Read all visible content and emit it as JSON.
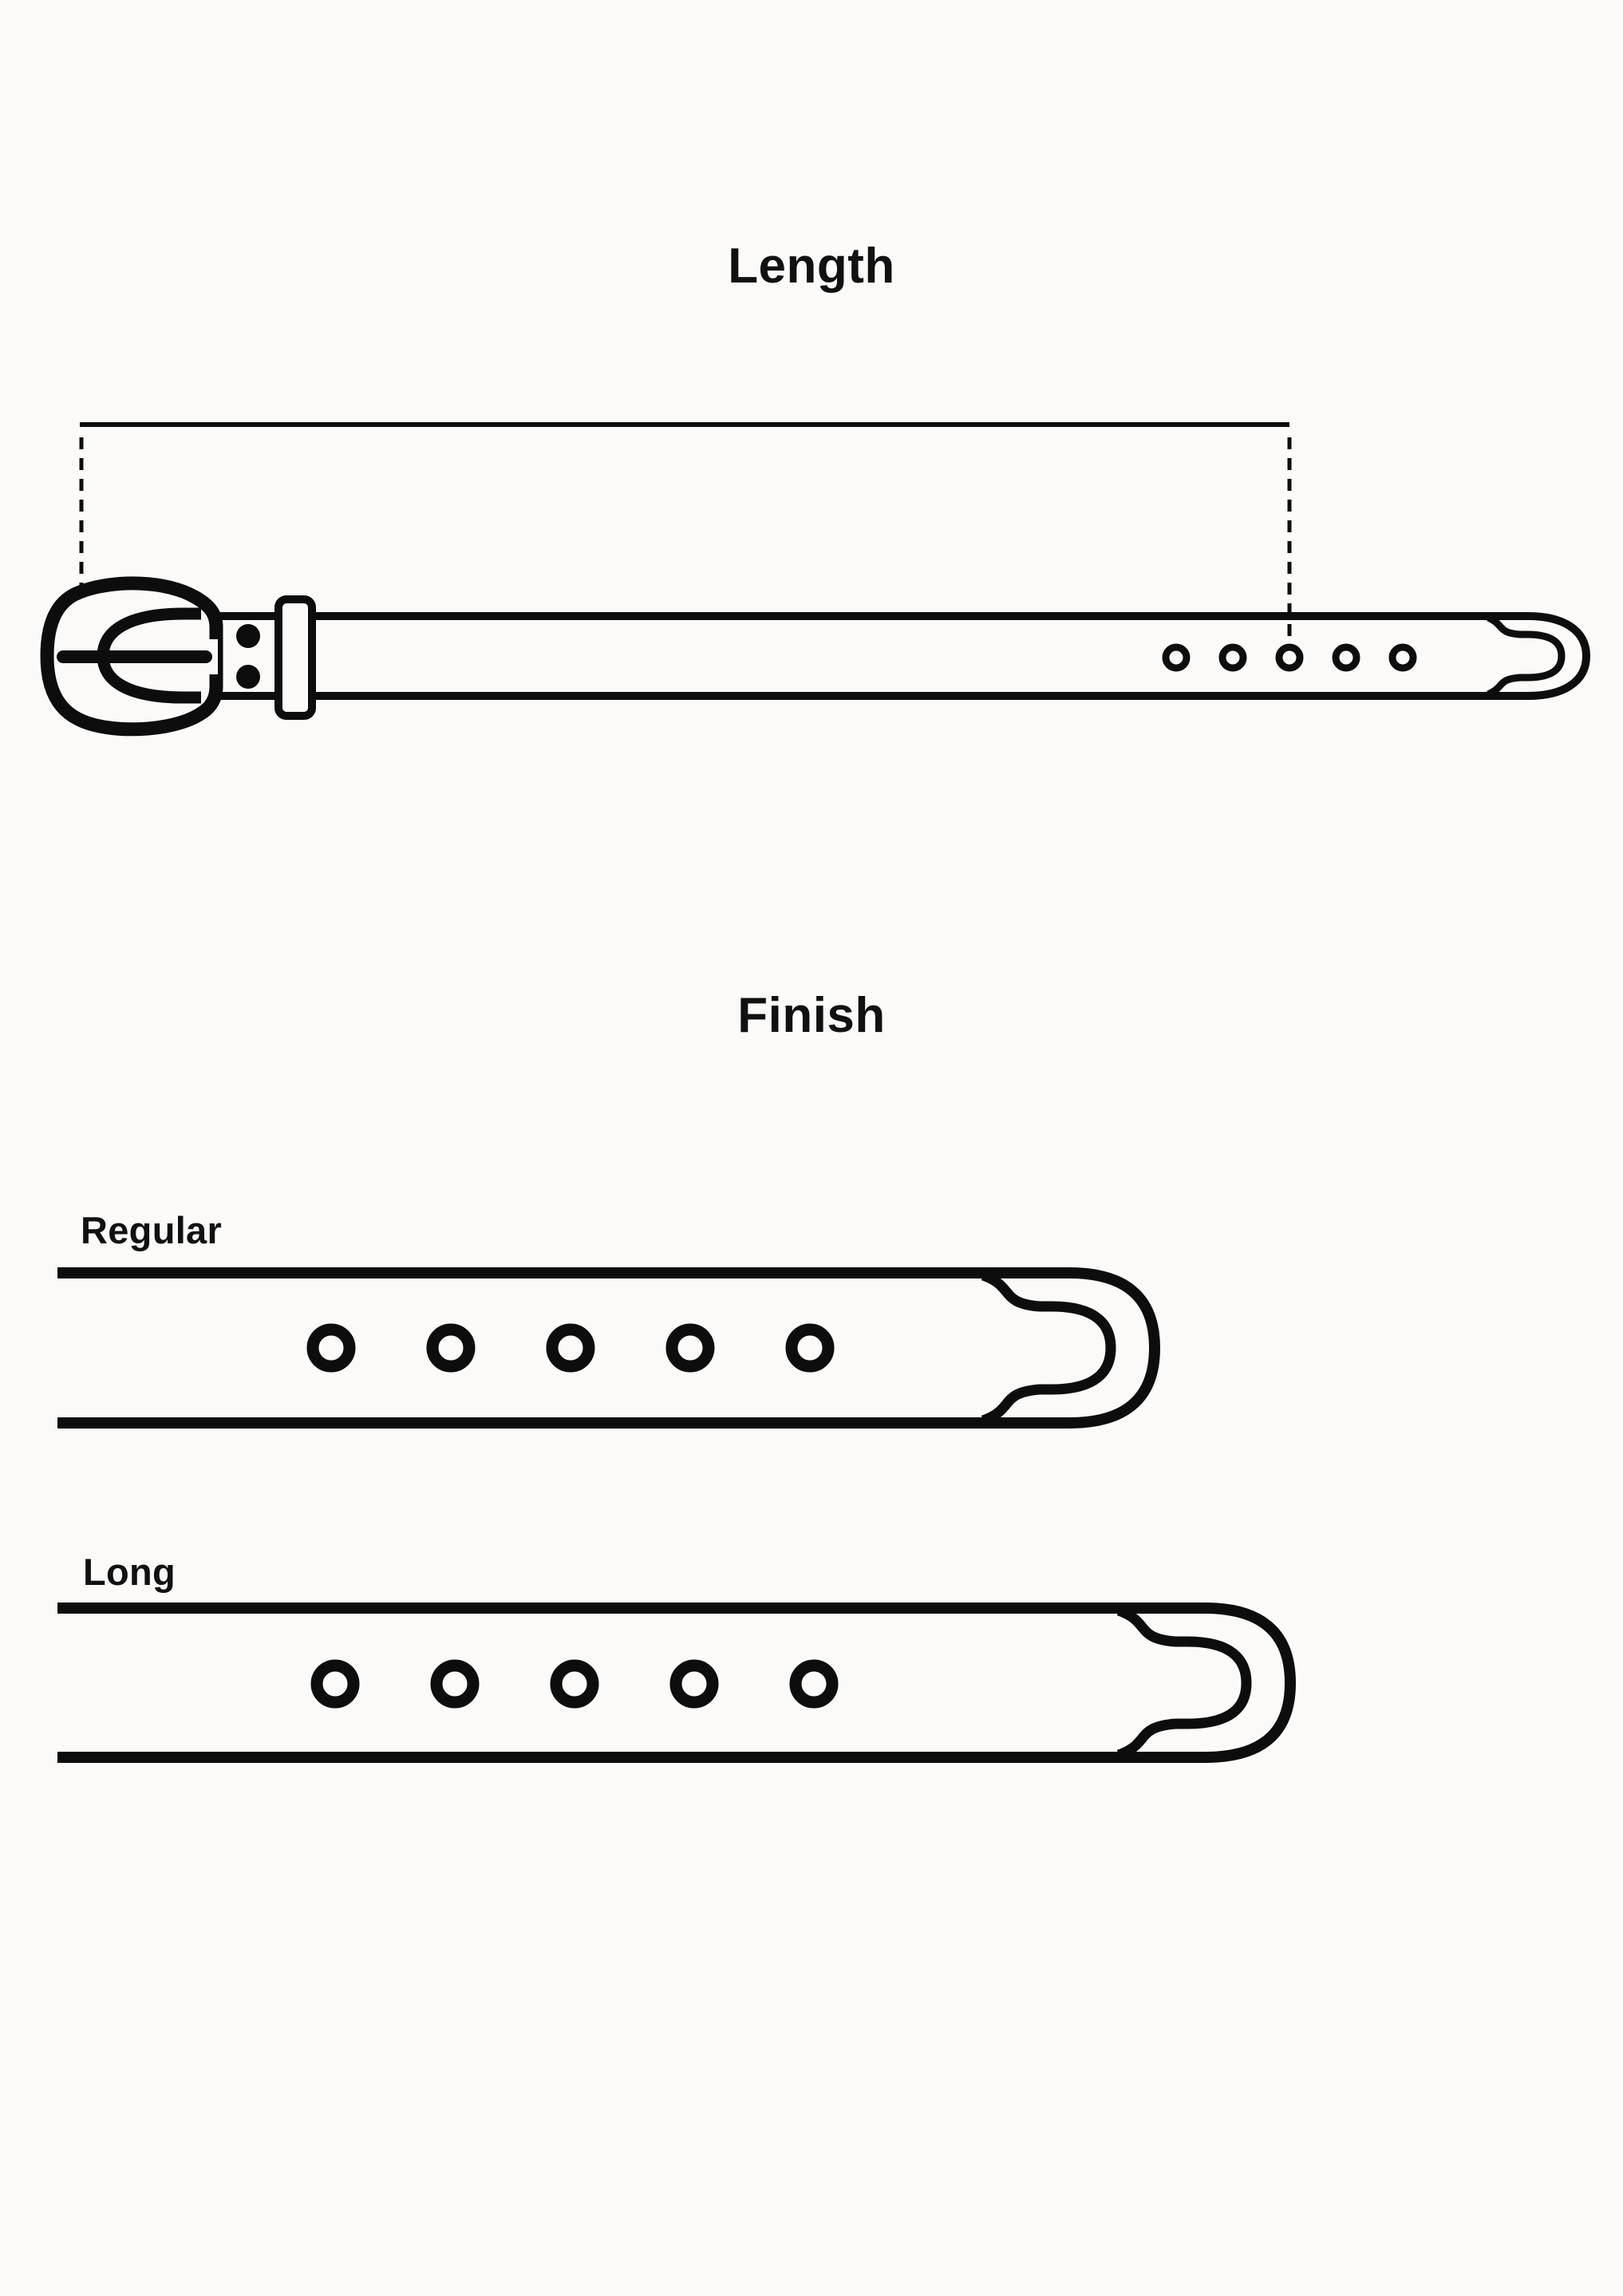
{
  "page": {
    "background_color": "#fbfaf8",
    "line_color": "#0d0d0d",
    "text_color": "#111111"
  },
  "length_section": {
    "title": "Length",
    "diagram": "belt-with-buckle-dimension",
    "hole_count": 5,
    "dimension_from": "buckle",
    "dimension_to": "middle-hole"
  },
  "finish_section": {
    "title": "Finish",
    "options": [
      {
        "label": "Regular",
        "diagram": "belt-strap-tip",
        "hole_count": 5
      },
      {
        "label": "Long",
        "diagram": "belt-strap-tip-longer",
        "hole_count": 5
      }
    ]
  }
}
